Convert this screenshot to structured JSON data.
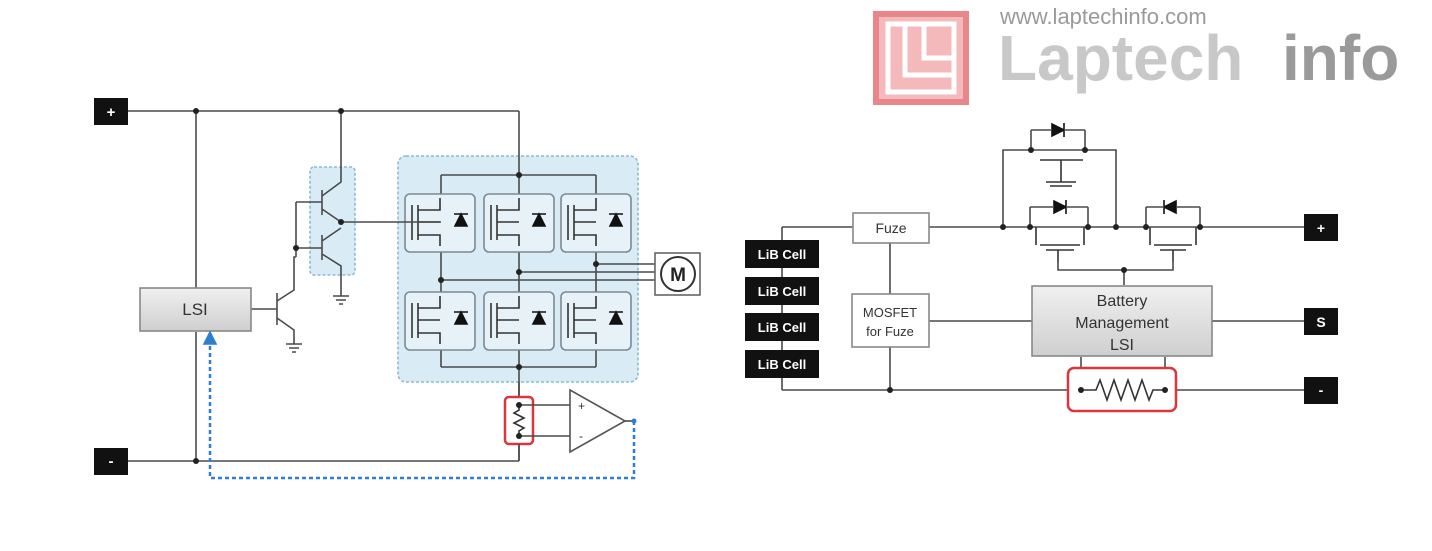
{
  "watermark": {
    "url": "www.laptechinfo.com",
    "word1": "Laptech",
    "word2": "info",
    "logo_color": "#e8868a",
    "word1_color": "#c8c8c8",
    "word2_color": "#9a9a9a"
  },
  "motor_circuit": {
    "terminal_plus": "+",
    "terminal_minus": "-",
    "lsi_label": "LSI",
    "motor_label": "M",
    "opamp_plus": "+",
    "opamp_minus": "-",
    "highlight_color": "#d9363e",
    "inverter_fill": "#d9ecf6",
    "feedback_color": "#2f7fd0"
  },
  "battery_circuit": {
    "cells": [
      "LiB Cell",
      "LiB Cell",
      "LiB Cell",
      "LiB Cell"
    ],
    "fuze_label": "Fuze",
    "mosfet_fuze_label": [
      "MOSFET",
      "for Fuze"
    ],
    "bms_label": [
      "Battery",
      "Management",
      "LSI"
    ],
    "terminal_plus": "+",
    "terminal_s": "S",
    "terminal_minus": "-",
    "highlight_color": "#d9363e"
  }
}
